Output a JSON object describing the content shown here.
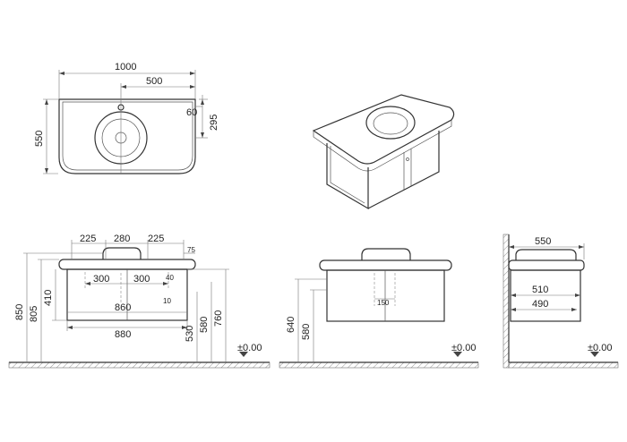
{
  "top_view": {
    "width": "1000",
    "half_width": "500",
    "depth": "550",
    "tap_offset": "295",
    "tap_hole": "60"
  },
  "front_view": {
    "top_225_left": "225",
    "top_280": "280",
    "top_225_right": "225",
    "lip_75": "75",
    "drain_300_left": "300",
    "drain_300_right": "300",
    "small_40": "40",
    "small_10": "10",
    "inner_860": "860",
    "body_880": "880",
    "h_850": "850",
    "h_805": "805",
    "h_410": "410",
    "h_530": "530",
    "h_580": "580",
    "h_760": "760",
    "floor_level": "±0.00"
  },
  "side_view": {
    "h_640": "640",
    "h_580": "580",
    "drain_150": "150",
    "floor_level": "±0.00"
  },
  "depth_view": {
    "d_550": "550",
    "d_510": "510",
    "d_490": "490",
    "floor_level": "±0.00"
  },
  "colors": {
    "line": "#333333",
    "hatch": "#cfcfcf"
  }
}
